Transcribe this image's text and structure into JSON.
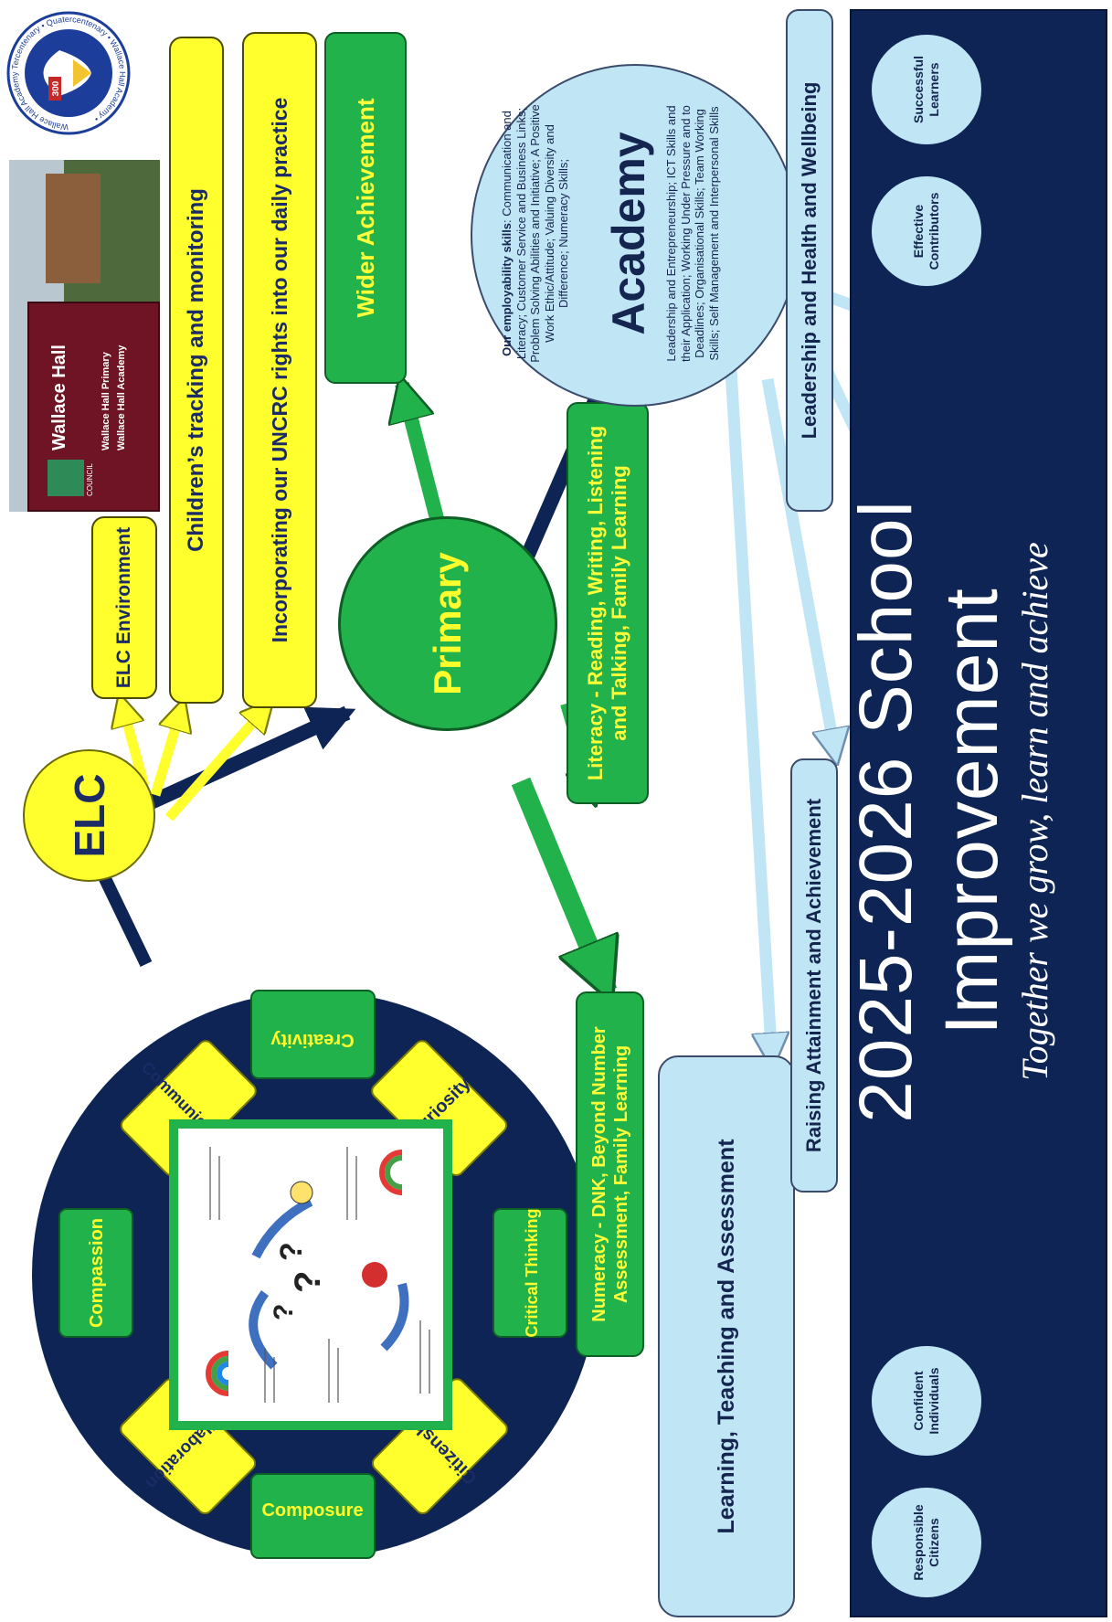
{
  "values_circle": {
    "values": [
      "Creativity",
      "Curiosity",
      "Critical Thinking",
      "Citizenship",
      "Composure",
      "Collaboration",
      "Compassion",
      "Communication"
    ],
    "center_image": "values-sketchnote-illustration"
  },
  "elc": {
    "label": "ELC",
    "branches": [
      "ELC Environment",
      "Children’s tracking and monitoring",
      "Incorporating our UNCRC rights into our daily practice"
    ]
  },
  "primary": {
    "label": "Primary",
    "branches": [
      "Wider Achievement",
      "Literacy - Reading, Writing, Listening and Talking, Family Learning",
      "Numeracy - DNK, Beyond Number Assessment, Family Learning"
    ]
  },
  "academy": {
    "label": "Academy",
    "employability_heading": "Our employability skills",
    "employability_text": "Communication and Literacy; Customer Service and Business Links; Problem Solving Abilities and Initiative; A Positive Work Ethic/Attitude; Valuing Diversity and Difference; Numeracy Skills;",
    "employability_text2": "Leadership and Entrepreneurship; ICT Skills and their Application; Working Under Pressure and to Deadlines; Organisational Skills; Team Working Skills; Self Management and Interpersonal Skills"
  },
  "priorities": [
    "Learning, Teaching and Assessment",
    "Raising Attainment and Achievement",
    "Leadership and Health and Wellbeing"
  ],
  "banner": {
    "title": "2025-2026 School Improvement",
    "tagline": "Together we grow, learn and achieve",
    "capacities": [
      "Responsible Citizens",
      "Confident Individuals",
      "Effective Contributors",
      "Successful Learners"
    ]
  },
  "photo": {
    "sign_title": "Wallace Hall",
    "sign_line1": "Wallace Hall Primary",
    "sign_line2": "Wallace Hall Academy",
    "sign_council": "COUNCIL"
  },
  "badge": {
    "ring_text": "Wallace Hall Academy Tercentenary • Quatercentenary • Wallace Hall Academy •",
    "center_text": "300"
  },
  "colors": {
    "navy": "#0d2454",
    "green": "#22b24c",
    "yellow": "#ffff2e",
    "light_blue": "#c0e6f5"
  }
}
